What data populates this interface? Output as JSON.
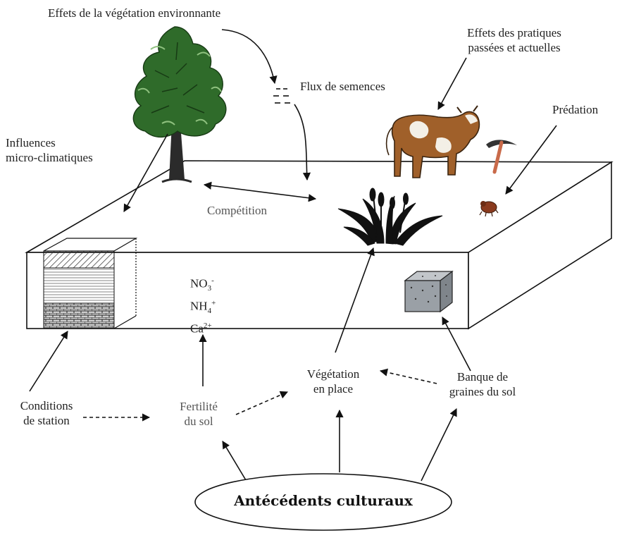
{
  "labels": {
    "vegetation_env": "Effets de la végétation environnante",
    "practices_line1": "Effets des pratiques",
    "practices_line2": "passées et actuelles",
    "seed_flux": "Flux de semences",
    "predation": "Prédation",
    "microclimate_line1": "Influences",
    "microclimate_line2": "micro-climatiques",
    "competition": "Compétition",
    "conditions_line1": "Conditions",
    "conditions_line2": "de station",
    "fertility_line1": "Fertilité",
    "fertility_line2": "du sol",
    "vegetation_line1": "Végétation",
    "vegetation_line2": "en place",
    "seedbank_line1": "Banque de",
    "seedbank_line2": "graines du sol",
    "root": "Antécédents culturaux"
  },
  "nutrients": {
    "no3": {
      "base": "NO",
      "sub": "3",
      "sup": "-"
    },
    "nh4": {
      "base": "NH",
      "sub": "4",
      "sup": "+"
    },
    "ca": {
      "base": "Ca",
      "sup": "2+"
    }
  },
  "colors": {
    "line": "#111111",
    "tree": "#2f6b2a",
    "trunk": "#2b2b2b",
    "cow_brown": "#a0602a",
    "cow_white": "#f3efe6",
    "seed_box": "#9aa0a6",
    "pick_handle": "#c96a4a"
  }
}
